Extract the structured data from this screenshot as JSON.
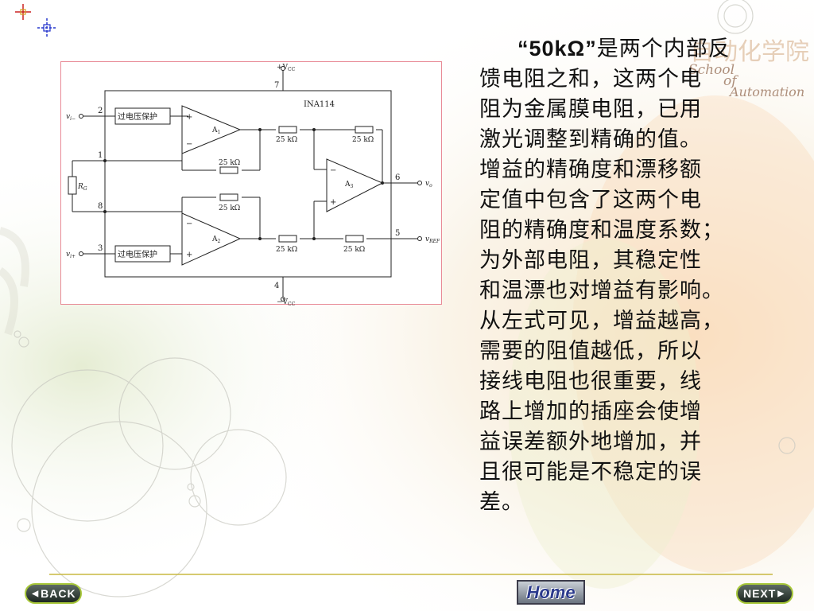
{
  "circuit": {
    "chip_label": "INA114",
    "pins": [
      "2",
      "1",
      "8",
      "3",
      "7",
      "4",
      "6",
      "5"
    ],
    "supply_top_base": "+V",
    "supply_top_sub": "CC",
    "supply_bottom_base": "−V",
    "supply_bottom_sub": "CC",
    "protect_label": "过电压保护",
    "resistor_label": "25 kΩ",
    "op_amps": [
      {
        "base": "A",
        "sub": "1"
      },
      {
        "base": "A",
        "sub": "2"
      },
      {
        "base": "A",
        "sub": "3"
      }
    ],
    "rg": {
      "base": "R",
      "sub": "G"
    },
    "in_plus": {
      "base": "v",
      "sub": "i+"
    },
    "in_minus": {
      "base": "v",
      "sub": "i−"
    },
    "out": {
      "base": "v",
      "sub": "o"
    },
    "ref": {
      "base": "v",
      "sub": "REF"
    },
    "plus_sign": "+",
    "minus_sign": "−"
  },
  "text": {
    "quote": "“50kΩ”",
    "lines": [
      "是两个内部反",
      "馈电阻之和，这两个电",
      "阻为金属膜电阻，已用",
      "激光调整到精确的值。",
      "增益的精确度和漂移额",
      "定值中包含了这两个电",
      "阻的精确度和温度系数；",
      "为外部电阻，其稳定性",
      "和温漂也对增益有影响。",
      "从左式可见，增益越高，",
      "需要的阻值越低，所以",
      "接线电阻也很重要，线",
      "路上增加的插座会使增",
      "益误差额外地增加，并",
      "且很可能是不稳定的误",
      "差。"
    ]
  },
  "watermark": {
    "cn": "自动化学院",
    "en1": "School",
    "en2": "of",
    "en3": "Automation"
  },
  "nav": {
    "back": "BACK",
    "home": "Home",
    "next": "NEXT"
  },
  "colors": {
    "frame_border": "#e88a96",
    "divider": "#c8b840",
    "nav_border": "#a8c83a",
    "corner_red": "#cc2222",
    "corner_blue": "#2233cc"
  }
}
